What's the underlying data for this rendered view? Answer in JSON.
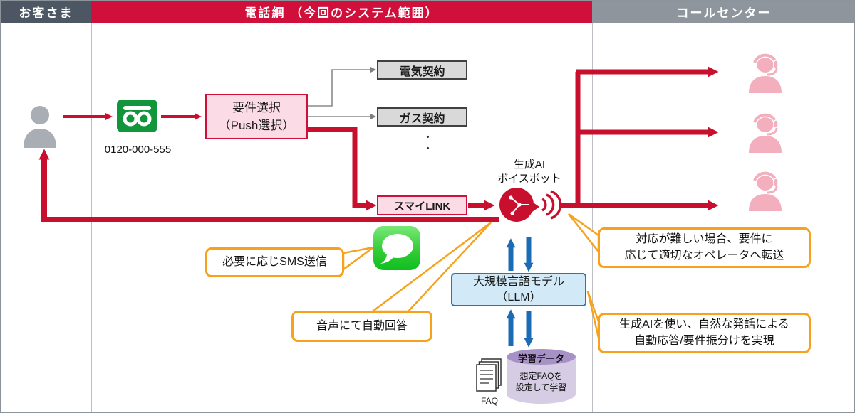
{
  "header": {
    "customer": "お客さま",
    "network": "電話網 （今回のシステム範囲）",
    "call_center": "コールセンター"
  },
  "customer": {
    "phone_number": "0120-000-555"
  },
  "boxes": {
    "requirement": {
      "line1": "要件選択",
      "line2": "（Push選択）"
    },
    "electric": "電気契約",
    "gas": "ガス契約",
    "ellipsis_dot": "・",
    "sumai_link": "スマイLINK",
    "voicebot": {
      "line1": "生成AI",
      "line2": "ボイスボット"
    },
    "llm": {
      "line1": "大規模言語モデル",
      "line2": "（LLM）"
    }
  },
  "training": {
    "title": "学習データ",
    "desc_line1": "想定FAQを",
    "desc_line2": "設定して学習",
    "faq_label": "FAQ"
  },
  "callouts": {
    "sms": "必要に応じSMS送信",
    "voice_reply": "音声にて自動回答",
    "transfer_line1": "対応が難しい場合、要件に",
    "transfer_line2": "応じて適切なオペレータへ転送",
    "genai_line1": "生成AIを使い、自然な発話による",
    "genai_line2": "自動応答/要件振分けを実現"
  },
  "icons": {
    "customer": "person-icon",
    "freedial": "freedial-icon",
    "sms": "sms-message-icon",
    "voicebot": "ai-voicebot-icon",
    "operators": "operator-headset-icon",
    "faq": "faq-documents-icon",
    "training_db": "training-database-cylinder"
  },
  "colors": {
    "crimson": "#c8102e",
    "header_red": "#d0103a",
    "header_dark": "#4d5663",
    "header_gray": "#8e959d",
    "pink_fill": "#fbdce6",
    "gray_fill": "#d9d9d9",
    "callout_orange": "#f6a21d",
    "blue": "#1b6cb5",
    "llm_fill": "#d2eaf8",
    "llm_border": "#2e74b5",
    "cylinder_top": "#a891c6",
    "cylinder_body": "#d6cde4",
    "operator_pink": "#f3afbe",
    "sms_green": "#2fc52f",
    "freedial_green": "#11963b"
  }
}
